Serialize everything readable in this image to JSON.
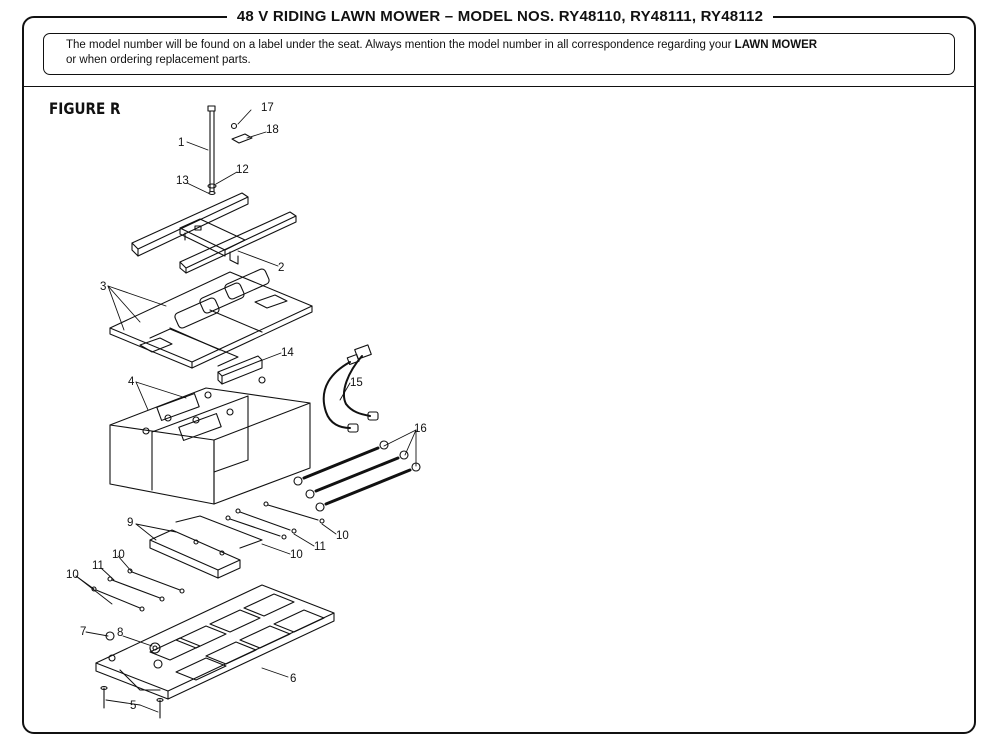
{
  "header": {
    "title": "48 V RIDING LAWN MOWER – MODEL NOS. RY48110, RY48111, RY48112"
  },
  "notice": {
    "text_before": "The model number will be found on a label under the seat. Always mention the model number in all correspondence regarding your ",
    "emphasis": "LAWN MOWER",
    "text_after": "or when ordering replacement parts."
  },
  "figure": {
    "label": "FIGURE R",
    "callouts": {
      "c1": "1",
      "c2": "2",
      "c3": "3",
      "c4": "4",
      "c5": "5",
      "c6": "6",
      "c7": "7",
      "c8": "8",
      "c9": "9",
      "c10a": "10",
      "c10b": "10",
      "c10c": "10",
      "c10d": "10",
      "c11a": "11",
      "c11b": "11",
      "c12": "12",
      "c13": "13",
      "c14": "14",
      "c15": "15",
      "c16": "16",
      "c17": "17",
      "c18": "18"
    }
  }
}
